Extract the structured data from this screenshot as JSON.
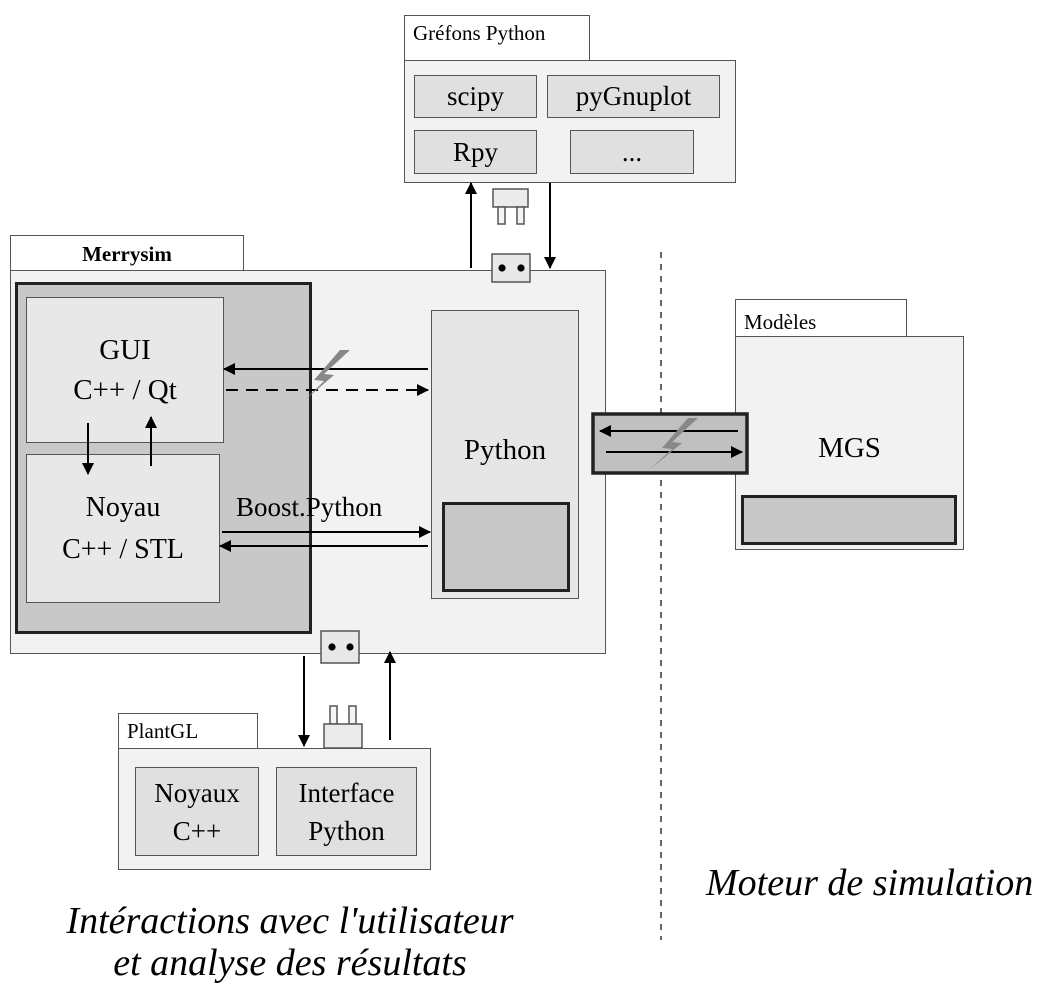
{
  "plugins": {
    "tab": "Gréfons Python",
    "items": [
      "scipy",
      "pyGnuplot",
      "Rpy",
      "..."
    ]
  },
  "merrysim": {
    "tab": "Merrysim",
    "gui_line1": "GUI",
    "gui_line2": "C++ / Qt",
    "core_line1": "Noyau",
    "core_line2": "C++ / STL",
    "boost": "Boost.Python",
    "python": "Python"
  },
  "models": {
    "tab": "Modèles",
    "mgs": "MGS"
  },
  "plantgl": {
    "tab": "PlantGL",
    "kernels_line1": "Noyaux",
    "kernels_line2": "C++",
    "interface_line1": "Interface",
    "interface_line2": "Python"
  },
  "captions": {
    "left_line1": "Intéractions avec l'utilisateur",
    "left_line2": "et analyse des résultats",
    "right": "Moteur de simulation"
  }
}
